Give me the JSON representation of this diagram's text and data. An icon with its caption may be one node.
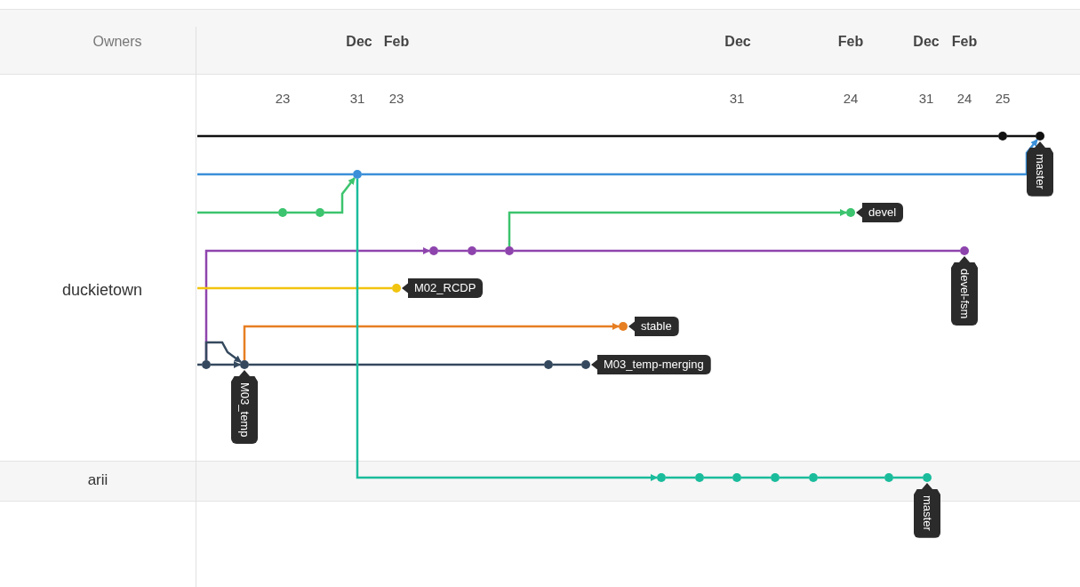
{
  "diagram": {
    "nodes": [
      {
        "text": [],
        "shape": "circle"
      },
      {
        "text": [],
        "shape": "circle"
      },
      {
        "text": [],
        "shape": "circle"
      },
      {
        "text": [],
        "shape": "circle"
      },
      {
        "text": [],
        "shape": "circle"
      },
      {
        "text": [],
        "shape": "circle"
      },
      {
        "text": [],
        "shape": "circle"
      },
      {
        "text": [],
        "shape": "circle"
      },
      {
        "text": [],
        "shape": "circle"
      },
      {
        "text": [],
        "shape": "circle"
      },
      {
        "text": [],
        "shape": "circle"
      },
      {
        "text": [],
        "shape": "circle"
      },
      {
        "text": [],
        "shape": "circle"
      },
      {
        "text": [],
        "shape": "circle"
      },
      {
        "text": [],
        "shape": "circle"
      },
      {
        "text": [],
        "shape": "circle"
      },
      {
        "text": [],
        "shape": "circle"
      },
      {
        "text": [],
        "shape": "circle"
      },
      {
        "text": [],
        "shape": "circle"
      },
      {
        "text": [],
        "shape": "circle"
      },
      {
        "text": [],
        "shape": "circle"
      },
      {
        "text": [],
        "shape": "circle"
      },
      {
        "text": [],
        "shape": "circle"
      },
      {
        "text": [
          "master"
        ]
      },
      {
        "text": [
          "devel"
        ]
      },
      {
        "text": [
          "devel-fsm"
        ]
      },
      {
        "text": [
          "M02_RCDP"
        ]
      },
      {
        "text": [
          "stable"
        ]
      },
      {
        "text": [
          "M03_temp"
        ]
      },
      {
        "text": [
          "M03_temp-merging"
        ]
      },
      {
        "text": [
          "master"
        ]
      }
    ],
    "edges": [
      {
        "from": null,
        "to": 0,
        "arrow": "none",
        "color": "#111111"
      },
      {
        "from": 0,
        "to": 1,
        "arrow": "none",
        "color": "#111111"
      },
      {
        "from": null,
        "to": 2,
        "arrow": "none",
        "color": "#3a8fd8"
      },
      {
        "from": 2,
        "to": 1,
        "arrow": "to",
        "color": "#3a8fd8"
      },
      {
        "from": null,
        "to": 3,
        "arrow": "none",
        "color": "#3cc46e"
      },
      {
        "from": 3,
        "to": 4,
        "arrow": "none",
        "color": "#3cc46e"
      },
      {
        "from": 4,
        "to": 2,
        "arrow": "to",
        "color": "#3cc46e"
      },
      {
        "from": 8,
        "to": 5,
        "arrow": "to",
        "color": "#3cc46e"
      },
      {
        "from": 12,
        "to": 6,
        "arrow": "to",
        "color": "#8e44ad"
      },
      {
        "from": 6,
        "to": 7,
        "arrow": "none",
        "color": "#8e44ad"
      },
      {
        "from": 7,
        "to": 8,
        "arrow": "none",
        "color": "#8e44ad"
      },
      {
        "from": 8,
        "to": 9,
        "arrow": "none",
        "color": "#8e44ad"
      },
      {
        "from": null,
        "to": 10,
        "arrow": "none",
        "color": "#f1c40f"
      },
      {
        "from": 13,
        "to": 11,
        "arrow": "to",
        "color": "#e67e22"
      },
      {
        "from": null,
        "to": 12,
        "arrow": "none",
        "color": "#34495e"
      },
      {
        "from": 12,
        "to": 13,
        "arrow": "to",
        "color": "#34495e"
      },
      {
        "from": 12,
        "to": 13,
        "arrow": "to",
        "color": "#34495e"
      },
      {
        "from": 13,
        "to": 14,
        "arrow": "none",
        "color": "#34495e"
      },
      {
        "from": 14,
        "to": 15,
        "arrow": "none",
        "color": "#34495e"
      },
      {
        "from": 2,
        "to": 16,
        "arrow": "to",
        "color": "#1abc9c"
      },
      {
        "from": 16,
        "to": 17,
        "arrow": "none",
        "color": "#1abc9c"
      },
      {
        "from": 17,
        "to": 18,
        "arrow": "none",
        "color": "#1abc9c"
      },
      {
        "from": 18,
        "to": 19,
        "arrow": "none",
        "color": "#1abc9c"
      },
      {
        "from": 19,
        "to": 20,
        "arrow": "none",
        "color": "#1abc9c"
      },
      {
        "from": 20,
        "to": 21,
        "arrow": "none",
        "color": "#1abc9c"
      },
      {
        "from": 21,
        "to": 22,
        "arrow": "none",
        "color": "#1abc9c"
      }
    ],
    "labels": [
      "Owners",
      "Dec",
      "Feb",
      "Dec",
      "Feb",
      "Dec",
      "Feb",
      "23",
      "31",
      "23",
      "31",
      "24",
      "31",
      "24",
      "25",
      "duckietown",
      "arii"
    ]
  }
}
